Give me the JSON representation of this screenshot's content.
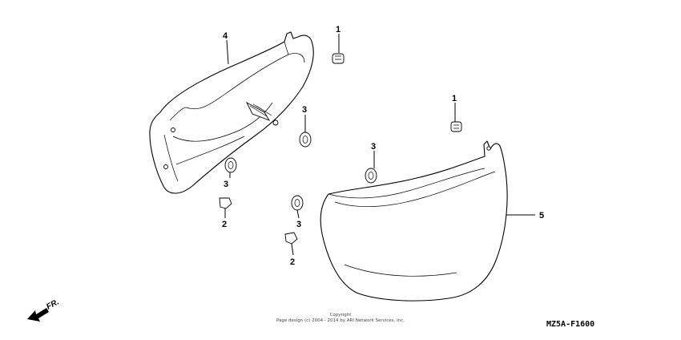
{
  "callouts": {
    "c1a": "1",
    "c1b": "1",
    "c2a": "2",
    "c2b": "2",
    "c3a": "3",
    "c3b": "3",
    "c3c": "3",
    "c3d": "3",
    "c4": "4",
    "c5": "5"
  },
  "footer": {
    "copyright_line1": "Copyright",
    "copyright_line2": "Page design (c) 2004 - 2014 by ARI Network Services, Inc.",
    "diagram_code": "MZ5A-F1600",
    "direction_label": "FR."
  }
}
